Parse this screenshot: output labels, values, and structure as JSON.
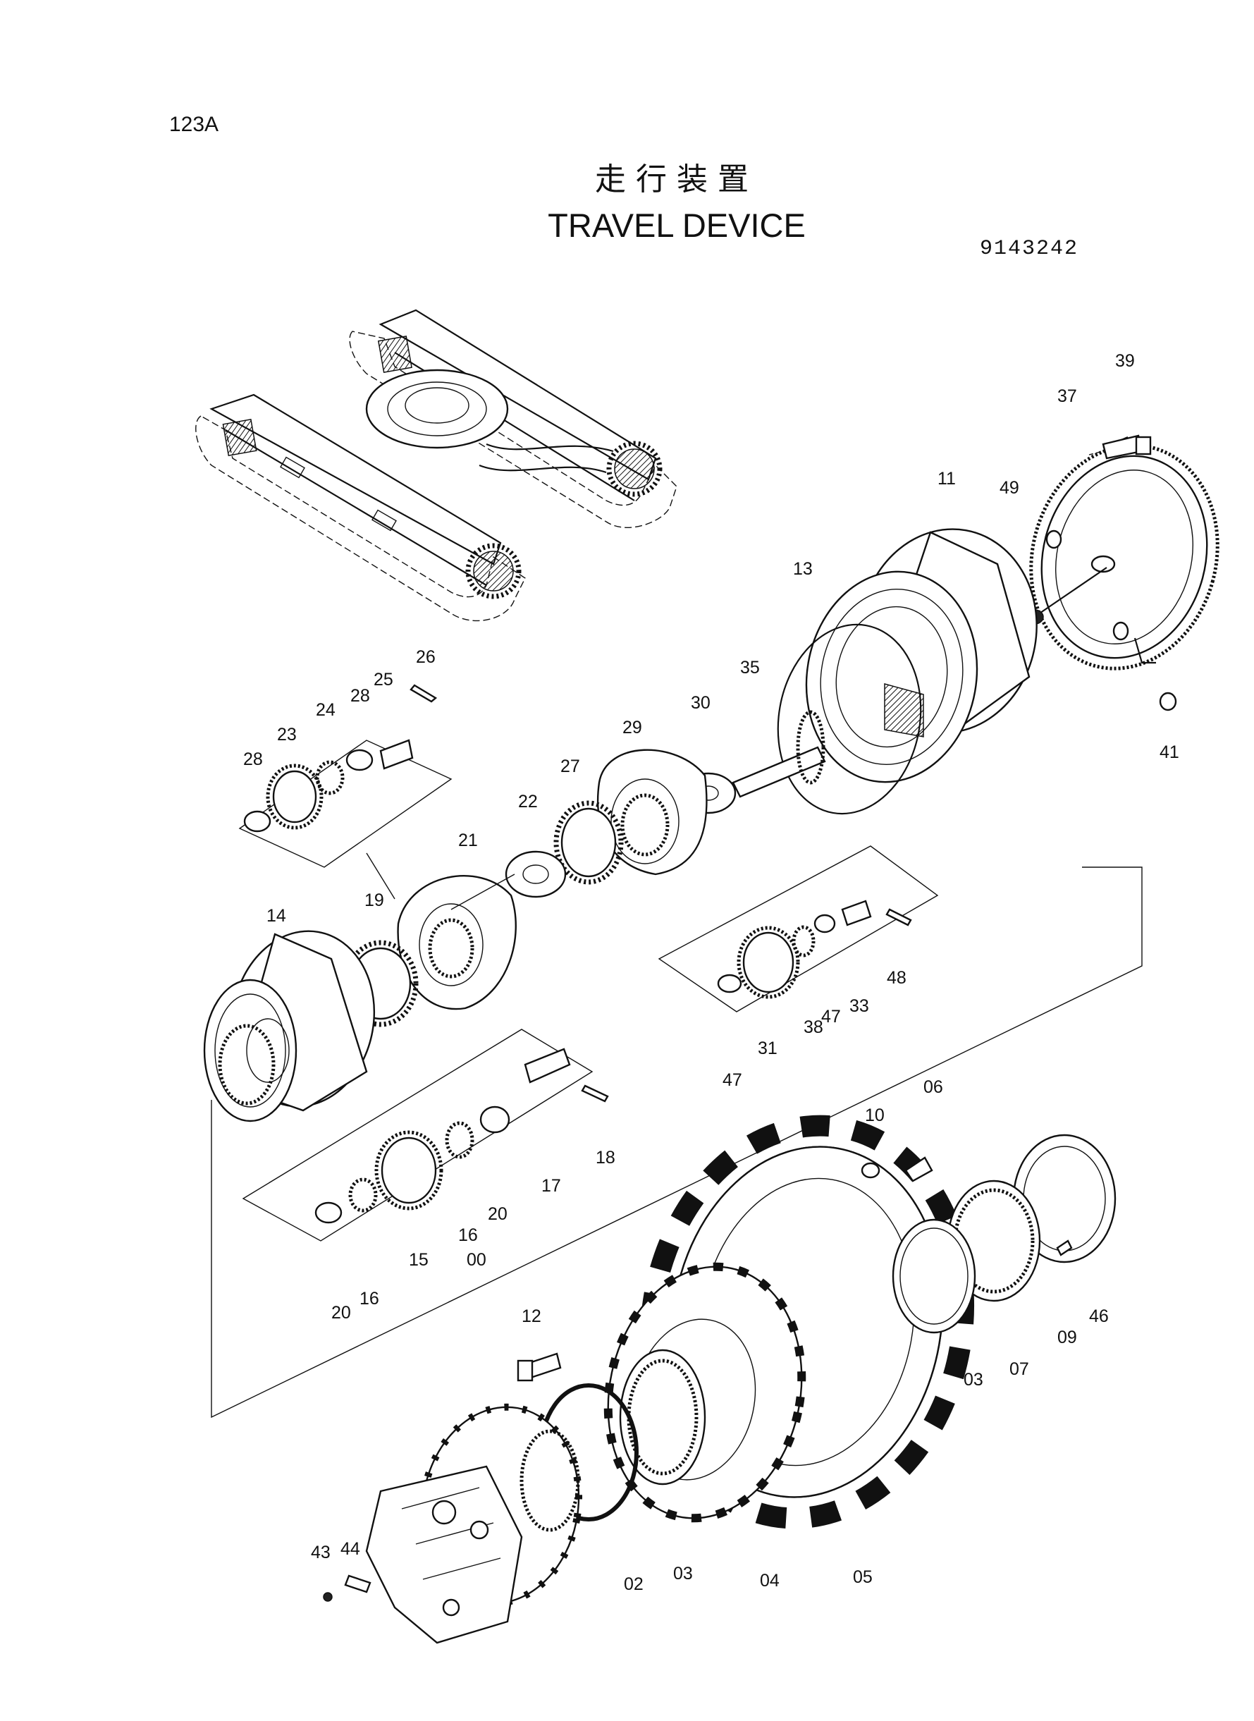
{
  "header": {
    "page_code": "123A",
    "title_jp": "走行装置",
    "title_en": "TRAVEL DEVICE",
    "part_number": "9143242"
  },
  "callouts": [
    "00",
    "02",
    "03",
    "03",
    "04",
    "05",
    "06",
    "07",
    "09",
    "10",
    "11",
    "12",
    "13",
    "14",
    "15",
    "16",
    "16",
    "17",
    "18",
    "19",
    "20",
    "20",
    "21",
    "22",
    "23",
    "24",
    "25",
    "26",
    "27",
    "28",
    "28",
    "29",
    "30",
    "31",
    "33",
    "35",
    "37",
    "38",
    "39",
    "41",
    "46",
    "47",
    "47",
    "48",
    "49"
  ]
}
